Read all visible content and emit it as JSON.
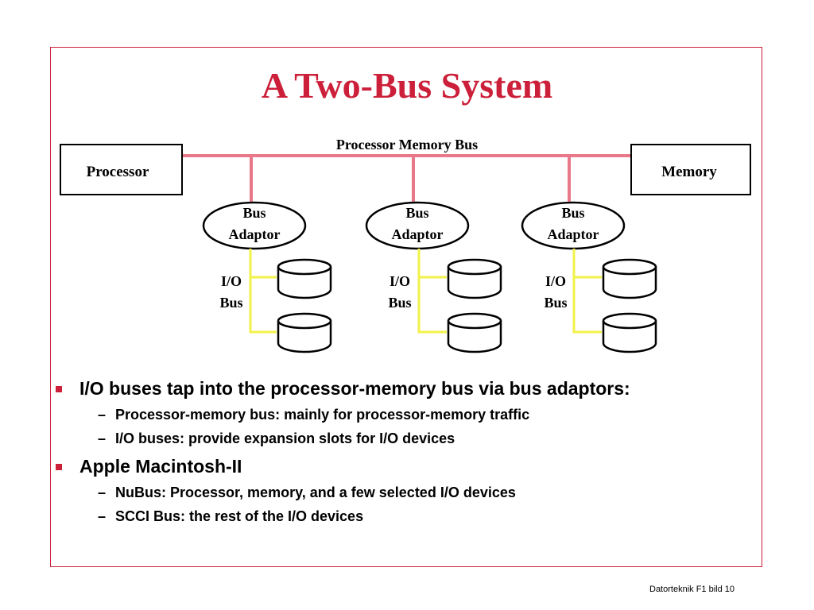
{
  "slide": {
    "title": "A Two-Bus System",
    "footer": "Datorteknik F1 bild 10"
  },
  "diagram": {
    "processor_label": "Processor",
    "memory_label": "Memory",
    "bus_label": "Processor Memory Bus",
    "adaptors": [
      {
        "line1": "Bus",
        "line2": "Adaptor"
      },
      {
        "line1": "Bus",
        "line2": "Adaptor"
      },
      {
        "line1": "Bus",
        "line2": "Adaptor"
      }
    ],
    "io_buses": [
      {
        "line1": "I/O",
        "line2": "Bus"
      },
      {
        "line1": "I/O",
        "line2": "Bus"
      },
      {
        "line1": "I/O",
        "line2": "Bus"
      }
    ],
    "colors": {
      "bus": "#e8788a",
      "io_bus": "#f2f24a",
      "title": "#cc1f3a"
    }
  },
  "bullets": [
    {
      "text": "I/O buses tap into the processor-memory bus via bus adaptors:",
      "subs": [
        "Processor-memory bus: mainly for processor-memory traffic",
        "I/O buses: provide expansion slots for I/O devices"
      ]
    },
    {
      "text": "Apple Macintosh-II",
      "subs": [
        "NuBus: Processor, memory, and a few selected I/O devices",
        "SCCI Bus: the rest of the I/O devices"
      ]
    }
  ]
}
